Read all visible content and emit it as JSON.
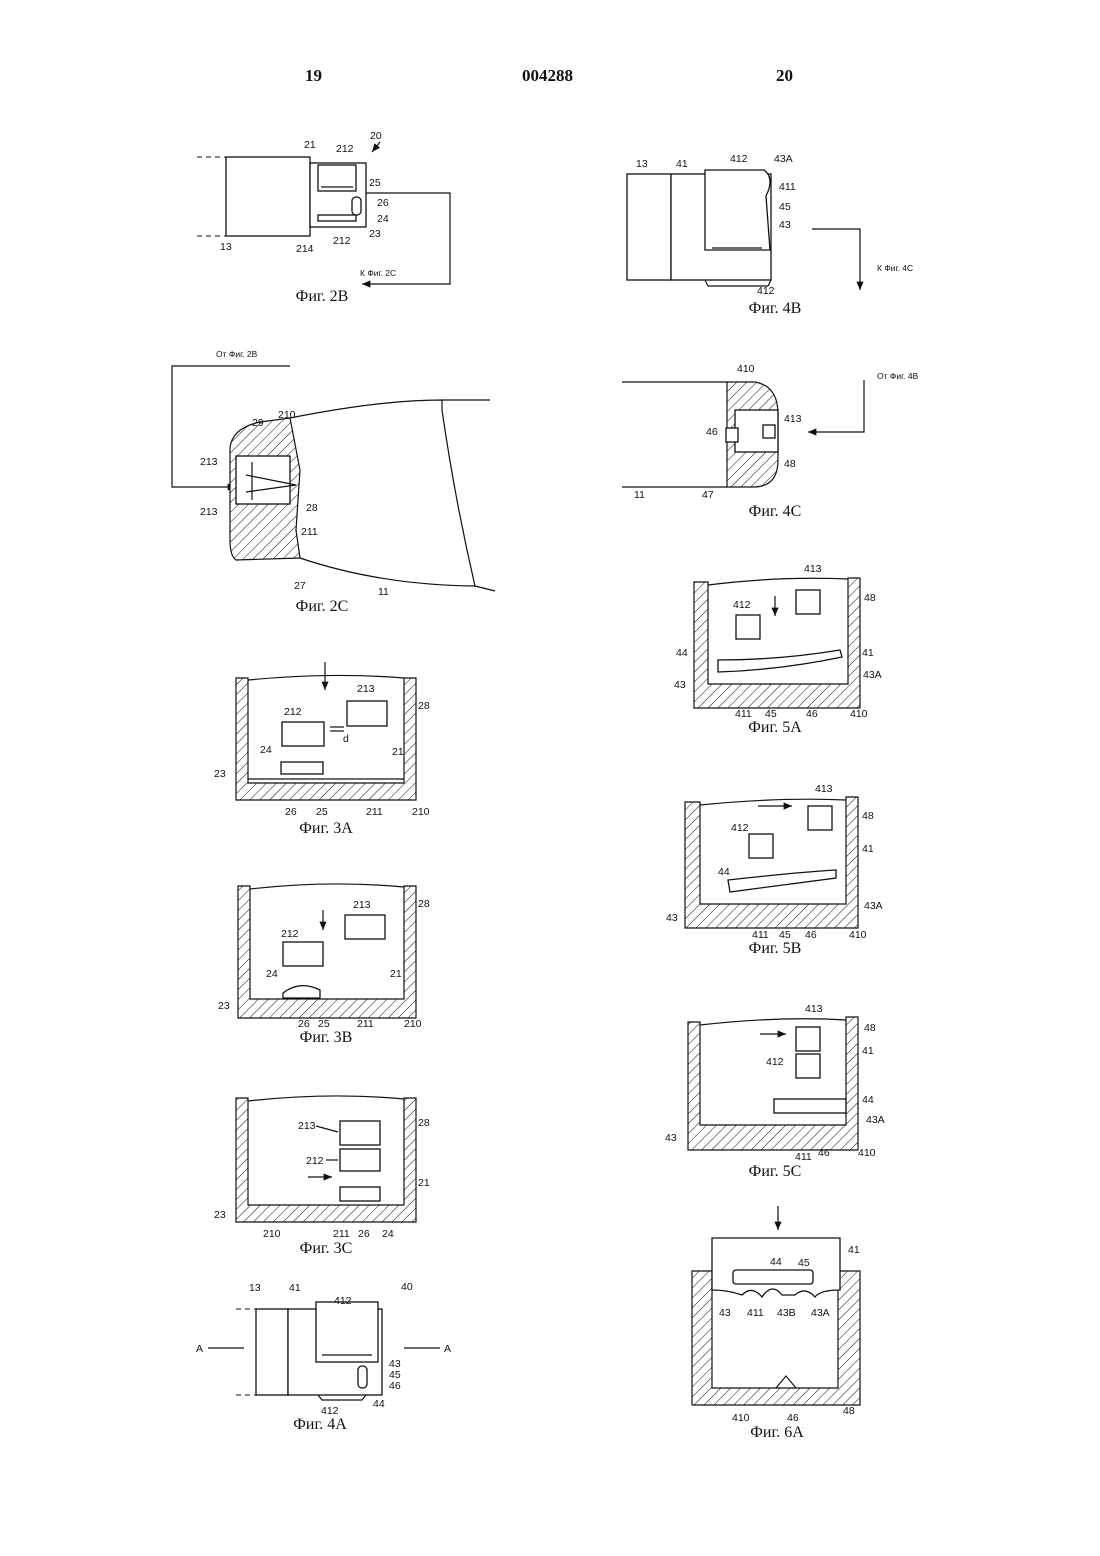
{
  "header": {
    "page_left": "19",
    "document_number": "004288",
    "page_right": "20"
  },
  "figures": {
    "fig2b": {
      "caption": "Фиг. 2В",
      "arrow_label": "К Фиг. 2С",
      "labels": [
        "21",
        "212",
        "20",
        "25",
        "26",
        "24",
        "23",
        "212",
        "13",
        "214"
      ]
    },
    "fig2c": {
      "caption": "Фиг. 2С",
      "arrow_label": "От Фиг. 2В",
      "labels": [
        "29",
        "210",
        "213",
        "213",
        "28",
        "211",
        "27",
        "11"
      ]
    },
    "fig3a": {
      "caption": "Фиг. 3А",
      "labels": [
        "213",
        "28",
        "212",
        "d",
        "21",
        "24",
        "23",
        "26",
        "25",
        "211",
        "210"
      ]
    },
    "fig3b": {
      "caption": "Фиг. 3В",
      "labels": [
        "213",
        "28",
        "212",
        "21",
        "24",
        "23",
        "26",
        "25",
        "211",
        "210"
      ]
    },
    "fig3c": {
      "caption": "Фиг. 3С",
      "labels": [
        "28",
        "213",
        "212",
        "21",
        "23",
        "210",
        "211",
        "26",
        "24"
      ]
    },
    "fig4a": {
      "caption": "Фиг. 4А",
      "labels": [
        "13",
        "41",
        "412",
        "40",
        "A",
        "A",
        "43",
        "45",
        "46",
        "44",
        "412"
      ]
    },
    "fig4b": {
      "caption": "Фиг. 4В",
      "arrow_label": "К Фиг. 4С",
      "labels": [
        "13",
        "41",
        "412",
        "43A",
        "411",
        "45",
        "43",
        "412"
      ]
    },
    "fig4c": {
      "caption": "Фиг. 4С",
      "arrow_label": "От Фиг. 4В",
      "labels": [
        "410",
        "413",
        "46",
        "48",
        "11",
        "47"
      ]
    },
    "fig5a": {
      "caption": "Фиг. 5А",
      "labels": [
        "413",
        "48",
        "412",
        "41",
        "44",
        "43",
        "43A",
        "411",
        "45",
        "46",
        "410"
      ]
    },
    "fig5b": {
      "caption": "Фиг. 5В",
      "labels": [
        "413",
        "48",
        "412",
        "41",
        "44",
        "43",
        "43A",
        "411",
        "45",
        "46",
        "410"
      ]
    },
    "fig5c": {
      "caption": "Фиг. 5С",
      "labels": [
        "413",
        "48",
        "412",
        "41",
        "44",
        "43A",
        "43",
        "411",
        "46",
        "410"
      ]
    },
    "fig6a": {
      "caption": "Фиг. 6А",
      "labels": [
        "41",
        "44",
        "45",
        "43",
        "411",
        "43B",
        "43A",
        "410",
        "46",
        "48"
      ]
    }
  }
}
